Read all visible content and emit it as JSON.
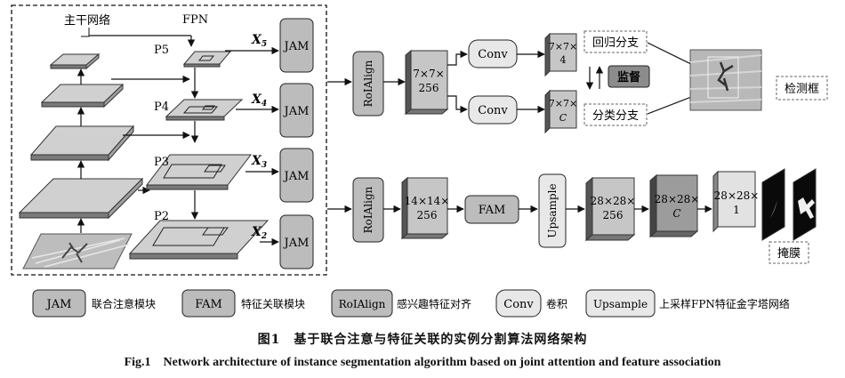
{
  "backbone": {
    "title": "主干网络"
  },
  "fpn": {
    "title": "FPN",
    "levels": [
      "P5",
      "P4",
      "P3",
      "P2"
    ]
  },
  "features": [
    "X",
    "X",
    "X",
    "X"
  ],
  "feature_subs": [
    "5",
    "4",
    "3",
    "2"
  ],
  "jam_label": "JAM",
  "det": {
    "roi_label": "RoIAlign",
    "feat_line1": "7×7×",
    "feat_line2": "256",
    "conv_label": "Conv",
    "reg_line1": "7×7×",
    "reg_line2": "4",
    "cls_line1": "7×7×",
    "cls_line2": "C",
    "reg_branch": "回归分支",
    "cls_branch": "分类分支",
    "supervise": "监督",
    "output": "检测框"
  },
  "mask": {
    "roi_label": "RoIAlign",
    "feat_line1": "14×14×",
    "feat_line2": "256",
    "fam_label": "FAM",
    "upsample_label": "Upsample",
    "f1_line1": "28×28×",
    "f1_line2": "256",
    "f2_line1": "28×28×",
    "f2_line2": "C",
    "f3_line1": "28×28×",
    "f3_line2": "1",
    "output": "掩膜"
  },
  "legend": [
    {
      "key": "JAM",
      "text": "联合注意模块"
    },
    {
      "key": "FAM",
      "text": "特征关联模块"
    },
    {
      "key": "RoIAlign",
      "text": "感兴趣特征对齐"
    },
    {
      "key": "Conv",
      "text": "卷积"
    },
    {
      "key": "Upsample",
      "text": "上采样FPN特征金字塔网络"
    }
  ],
  "caption_zh": "图1　基于联合注意与特征关联的实例分割算法网络架构",
  "caption_en": "Fig.1　Network architecture of instance segmentation algorithm based on joint attention and feature association"
}
